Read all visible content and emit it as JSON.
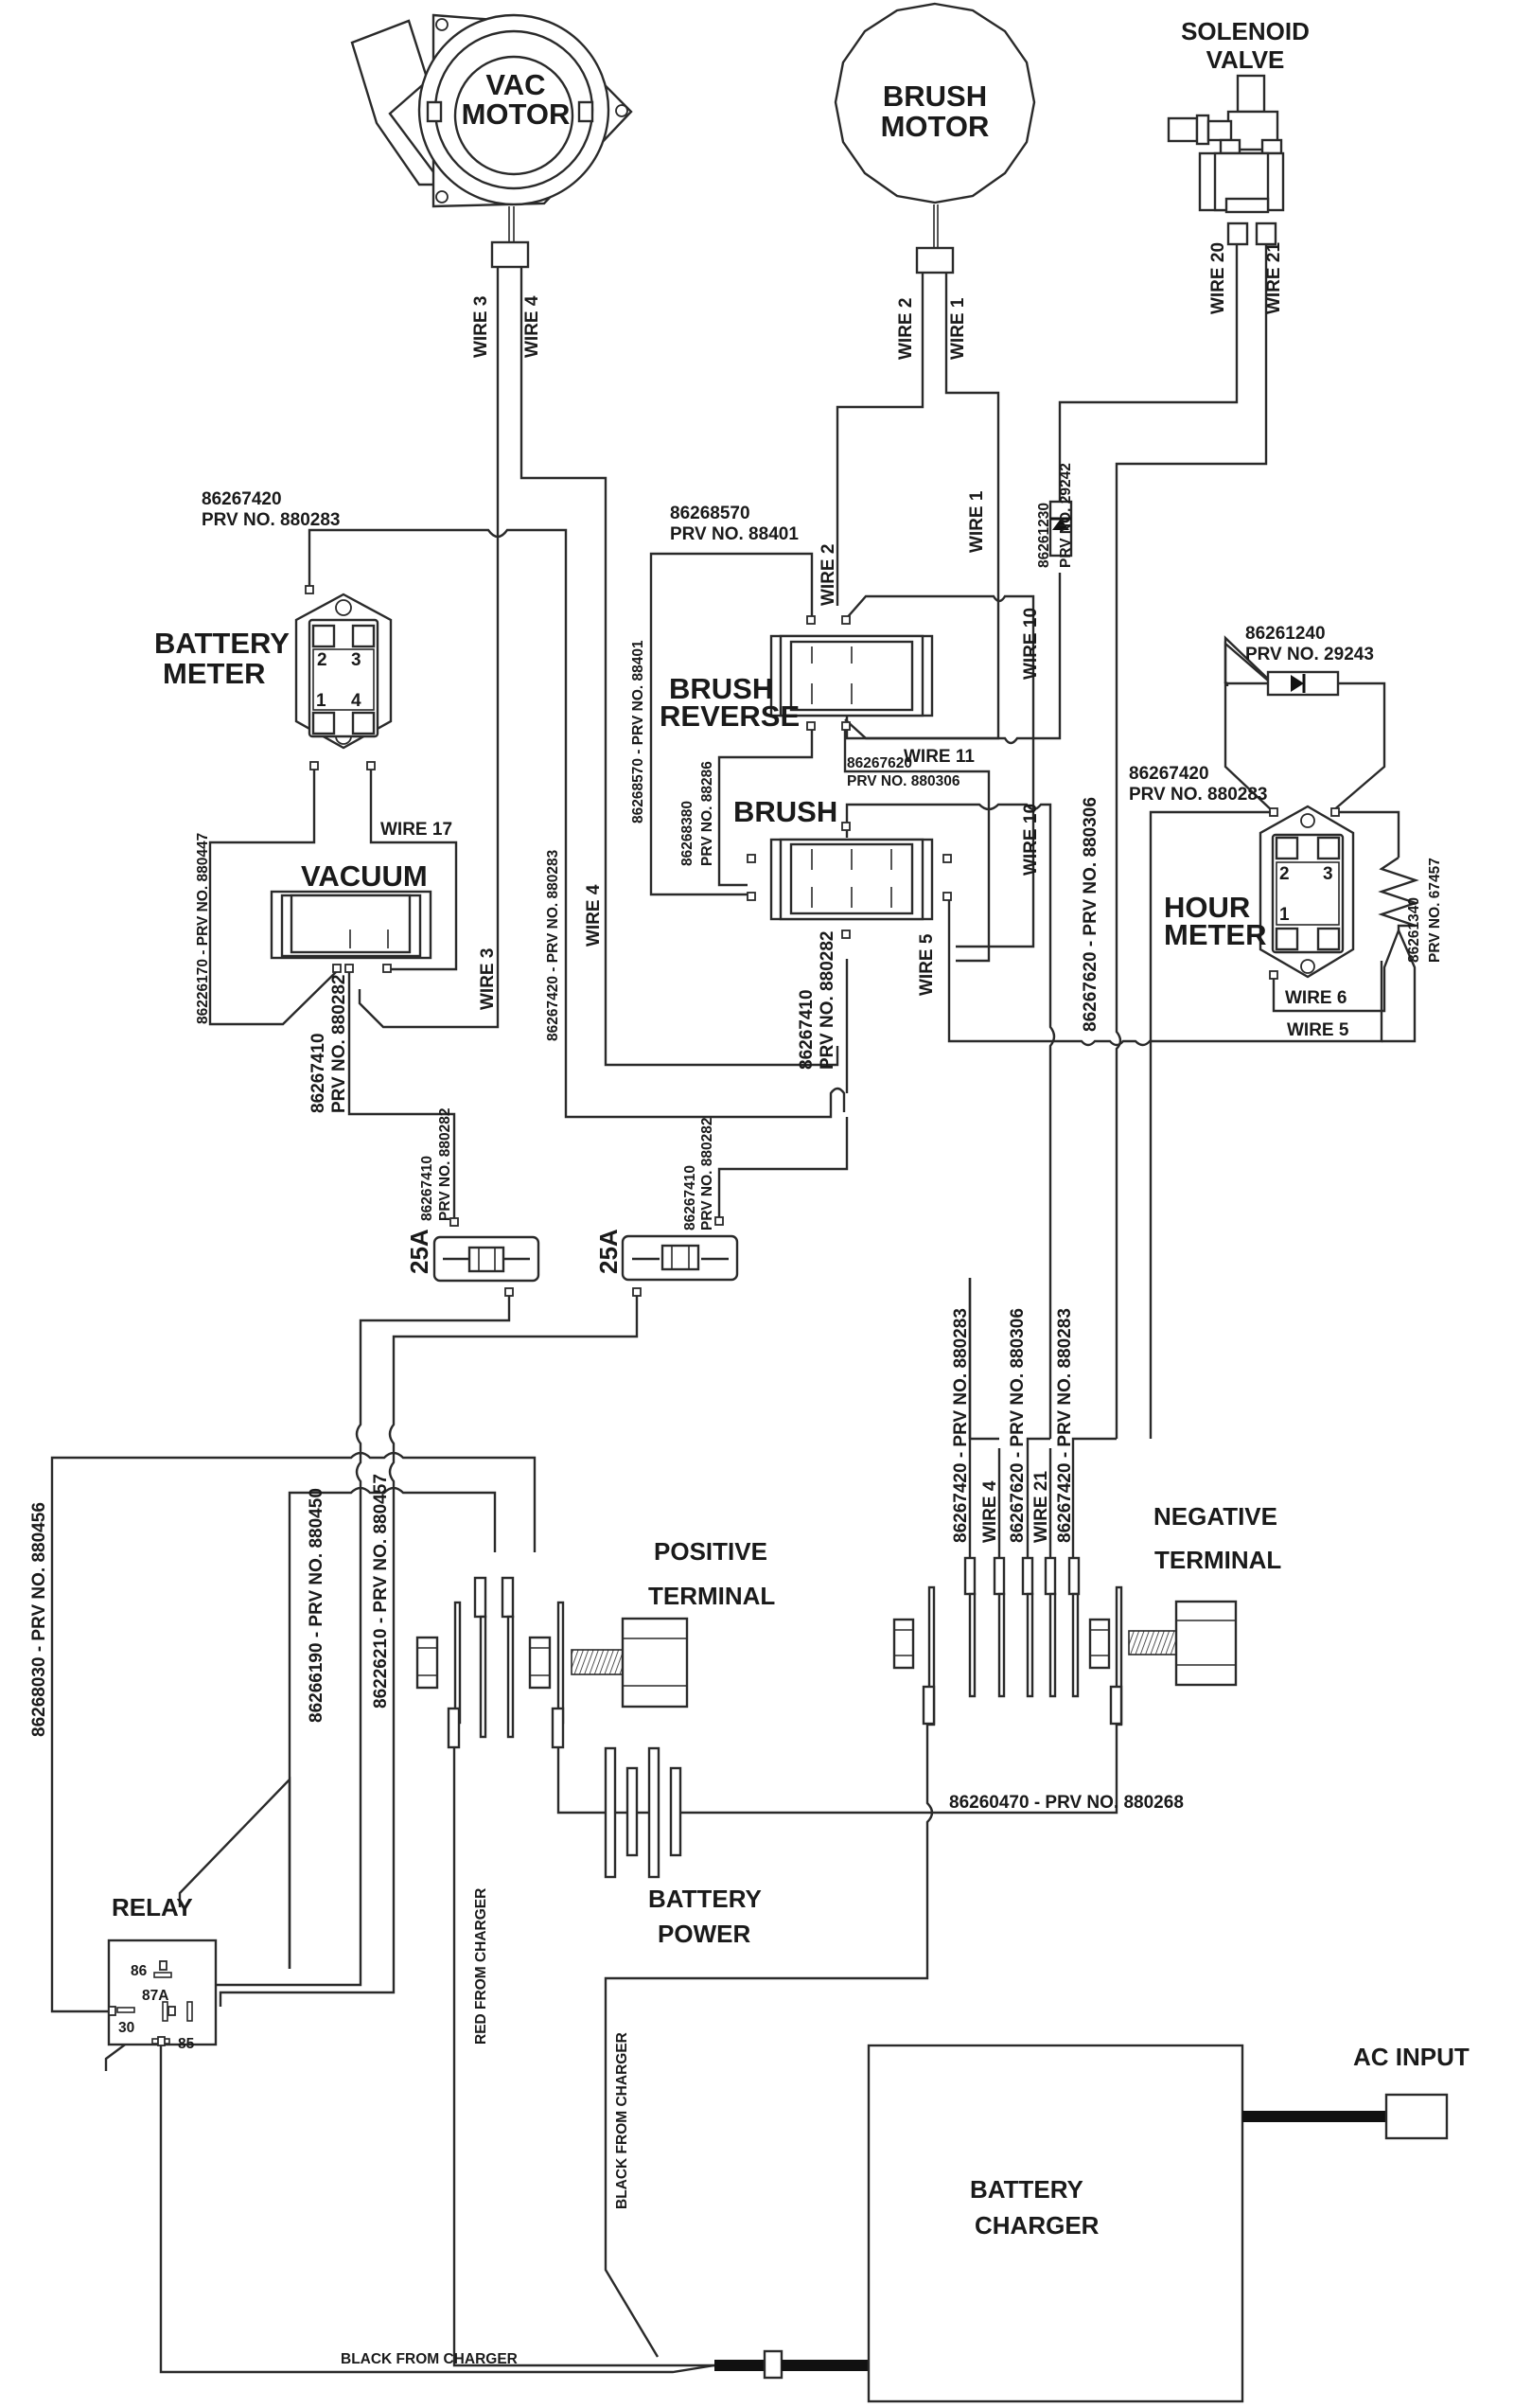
{
  "diagram": {
    "components": {
      "vac_motor": "VAC MOTOR",
      "vac_motor_l1": "VAC",
      "vac_motor_l2": "MOTOR",
      "brush_motor_l1": "BRUSH",
      "brush_motor_l2": "MOTOR",
      "solenoid_l1": "SOLENOID",
      "solenoid_l2": "VALVE",
      "battery_meter_l1": "BATTERY",
      "battery_meter_l2": "METER",
      "vacuum_switch": "VACUUM",
      "brush_reverse_l1": "BRUSH",
      "brush_reverse_l2": "REVERSE",
      "brush_switch": "BRUSH",
      "hour_meter_l1": "HOUR",
      "hour_meter_l2": "METER",
      "fuse_left": "25A",
      "fuse_right": "25A",
      "positive_terminal_l1": "POSITIVE",
      "positive_terminal_l2": "TERMINAL",
      "negative_terminal_l1": "NEGATIVE",
      "negative_terminal_l2": "TERMINAL",
      "battery_power_l1": "BATTERY",
      "battery_power_l2": "POWER",
      "relay": "RELAY",
      "battery_charger_l1": "BATTERY",
      "battery_charger_l2": "CHARGER",
      "ac_input": "AC INPUT"
    },
    "meter_pins": {
      "p1": "1",
      "p2": "2",
      "p3": "3",
      "p4": "4"
    },
    "relay_pins": {
      "p86": "86",
      "p87a": "87A",
      "p30": "30",
      "p85": "85"
    },
    "wires": {
      "wire1": "WIRE 1",
      "wire2": "WIRE 2",
      "wire3": "WIRE 3",
      "wire4": "WIRE 4",
      "wire5": "WIRE 5",
      "wire6": "WIRE 6",
      "wire10": "WIRE 10",
      "wire11": "WIRE 11",
      "wire17": "WIRE 17",
      "wire20": "WIRE 20",
      "wire21": "WIRE 21"
    },
    "part_labels": {
      "bm_top_part": "86267420",
      "bm_top_prv": "PRV NO. 880283",
      "br_top_part": "86268570",
      "br_top_prv": "PRV NO. 88401",
      "br_side": "86268570 - PRV NO. 88401",
      "br_mid_part": "86268380",
      "br_mid_prv": "PRV NO. 88286",
      "diode1_part": "86261230",
      "diode1_prv": "PRV NO. 29242",
      "diode2_part": "86261240",
      "diode2_prv": "PRV NO. 29243",
      "hm_part": "86267420",
      "hm_prv": "PRV NO. 880283",
      "resistor_part": "86261340",
      "resistor_prv": "PRV NO. 67457",
      "w11_part": "86267620",
      "w11_prv": "PRV NO. 880306",
      "vac_side": "86226170 - PRV NO. 880447",
      "main_vert_left": "86267420 - PRV NO. 880283",
      "vac_bottom_part": "86267410",
      "vac_bottom_prv": "PRV NO. 880282",
      "brush_bottom_part": "86267410",
      "brush_bottom_prv": "PRV NO. 880282",
      "fuse1_part": "86267410",
      "fuse1_prv": "PRV NO. 880282",
      "fuse2_part": "86267410",
      "fuse2_prv": "PRV NO. 880282",
      "mid_vert_620": "86267620 - PRV NO. 880306",
      "neg_lead1": "86267420 - PRV NO. 880283",
      "neg_lead3": "86267620 - PRV NO. 880306",
      "neg_lead5": "86267420 - PRV NO. 880283",
      "relay_30_wire": "86268030 - PRV NO. 880456",
      "relay_86_wire": "86266190 - PRV NO. 880450",
      "relay_87_wire": "86226210 - PRV NO. 880457",
      "battery_link": "86260470 - PRV NO. 880268",
      "red_from_charger": "RED FROM CHARGER",
      "black_from_charger_v": "BLACK FROM CHARGER",
      "black_from_charger_h": "BLACK FROM CHARGER"
    }
  }
}
